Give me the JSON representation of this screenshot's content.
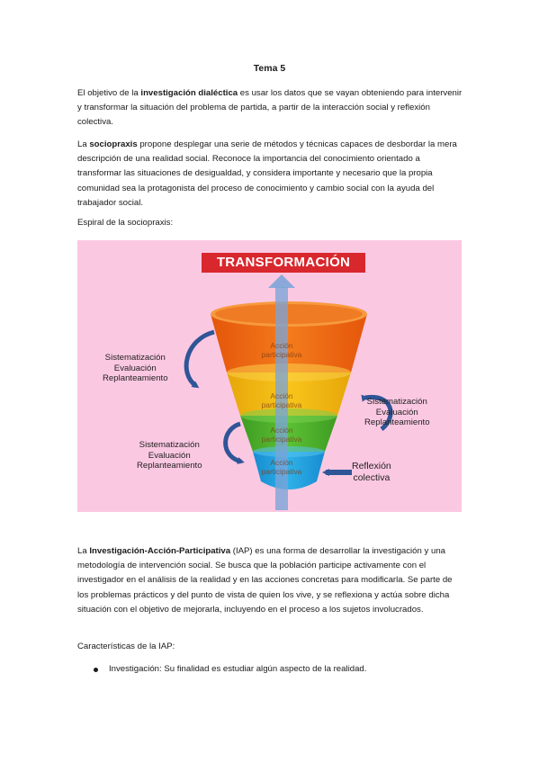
{
  "title": "Tema 5",
  "p1": {
    "a": "El objetivo de la ",
    "b": "investigación dialéctica",
    "c": " es usar los datos que se vayan obteniendo para intervenir y transformar la situación del problema de partida, a partir de la interacción social y reflexión colectiva."
  },
  "p2": {
    "a": "La ",
    "b": "sociopraxis",
    "c": " propone desplegar una serie de métodos y técnicas capaces de desbordar la mera descripción de una realidad social. Reconoce la importancia del conocimiento orientado a transformar las situaciones de desigualdad, y considera importante y necesario que la propia comunidad sea la protagonista del proceso de conocimiento y cambio social con la ayuda del trabajador social."
  },
  "p3": "Espiral de la sociopraxis:",
  "figure": {
    "banner": "TRANSFORMACIÓN",
    "band_line1": "Acción",
    "band_line2": "participativa",
    "cycle_line1": "Sistematización",
    "cycle_line2": "Evaluación",
    "cycle_line3": "Replanteamiento",
    "reflexion_line1": "Reflexión",
    "reflexion_line2": "colectiva",
    "colors": {
      "background": "#fbc8e2",
      "banner": "#d9272e",
      "band1": "#f26a10",
      "band2": "#f3b511",
      "band3": "#4cae2c",
      "band4": "#1f9fdc",
      "arrow": "#2f5597"
    }
  },
  "p4": {
    "a": "La ",
    "b": "Investigación-Acción-Participativa",
    "c": " (IAP) es una forma de desarrollar la investigación y una metodología de intervención social. Se busca que la población participe activamente con el investigador en el análisis de la realidad y en las acciones concretas para modificarla. Se parte de los problemas prácticos y del punto de vista de quien los vive, y se reflexiona y actúa sobre dicha situación con el objetivo de mejorarla, incluyendo en el proceso a los sujetos involucrados."
  },
  "p5": "Características de la IAP:",
  "bullet1": "Investigación: Su finalidad es estudiar algún aspecto de la realidad."
}
